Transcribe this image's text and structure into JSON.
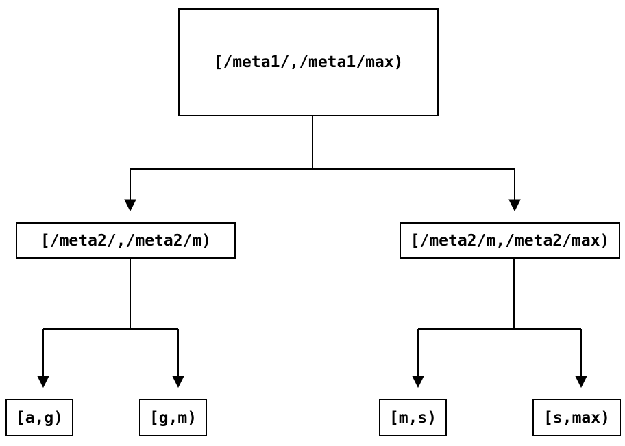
{
  "diagram": {
    "type": "tree",
    "background_color": "#ffffff",
    "line_color": "#000000",
    "text_color": "#000000",
    "nodes": {
      "root": {
        "label": "[/meta1/,/meta1/max)",
        "level": 1
      },
      "meta2_left": {
        "label": "[/meta2/,/meta2/m)",
        "level": 2
      },
      "meta2_right": {
        "label": "[/meta2/m,/meta2/max)",
        "level": 2
      },
      "leaf_a_g": {
        "label": "[a,g)",
        "level": 3
      },
      "leaf_g_m": {
        "label": "[g,m)",
        "level": 3
      },
      "leaf_m_s": {
        "label": "[m,s)",
        "level": 3
      },
      "leaf_s_max": {
        "label": "[s,max)",
        "level": 3
      }
    },
    "edges": [
      {
        "from": "root",
        "to": "meta2_left"
      },
      {
        "from": "root",
        "to": "meta2_right"
      },
      {
        "from": "meta2_left",
        "to": "leaf_a_g"
      },
      {
        "from": "meta2_left",
        "to": "leaf_g_m"
      },
      {
        "from": "meta2_right",
        "to": "leaf_m_s"
      },
      {
        "from": "meta2_right",
        "to": "leaf_s_max"
      }
    ]
  }
}
